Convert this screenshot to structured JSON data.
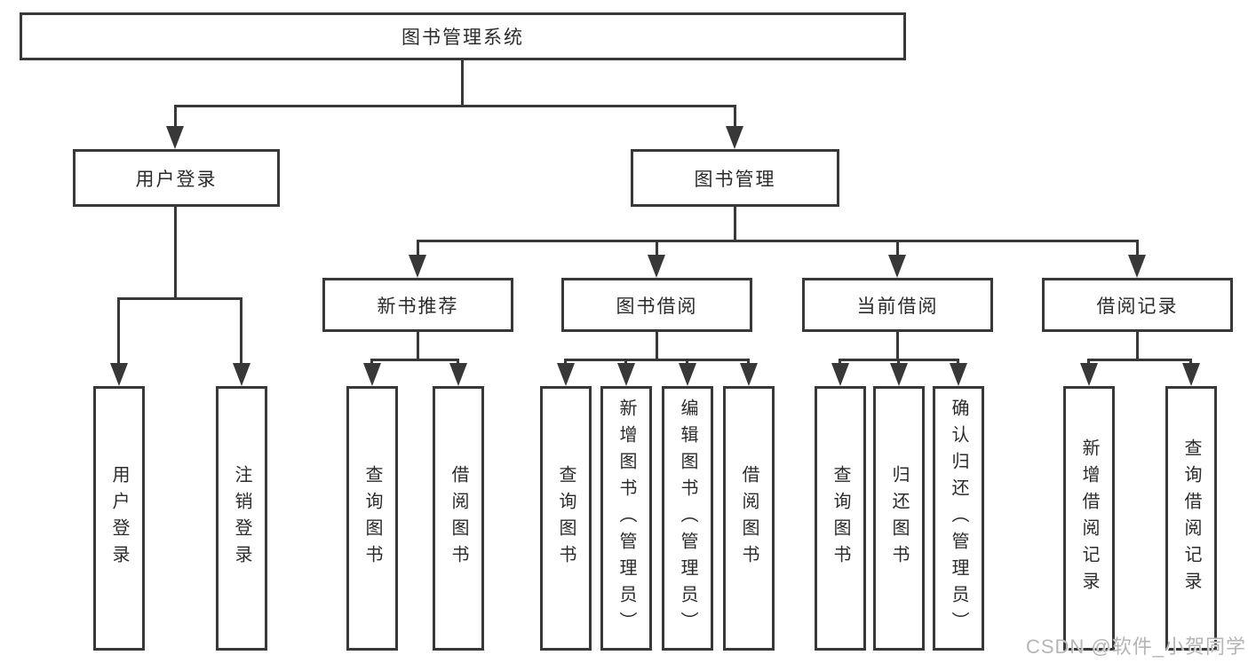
{
  "diagram": {
    "root": {
      "label": "图书管理系统"
    },
    "branches": [
      {
        "label": "用户登录",
        "children": [
          "用户登录",
          "注销登录"
        ]
      },
      {
        "label": "图书管理",
        "sections": [
          {
            "label": "新书推荐",
            "children": [
              "查询图书",
              "借阅图书"
            ]
          },
          {
            "label": "图书借阅",
            "children": [
              "查询图书",
              "新增图书（管理员）",
              "编辑图书（管理员）",
              "借阅图书"
            ]
          },
          {
            "label": "当前借阅",
            "children": [
              "查询图书",
              "归还图书",
              "确认归还（管理员）"
            ]
          },
          {
            "label": "借阅记录",
            "children": [
              "新增借阅记录",
              "查询借阅记录"
            ]
          }
        ]
      }
    ]
  },
  "watermark": {
    "text": "CSDN @软件_小贺同学"
  },
  "colors": {
    "line": "#383838",
    "text": "#2b2b2b",
    "watermark": "#b5b5b5",
    "background": "#ffffff"
  }
}
